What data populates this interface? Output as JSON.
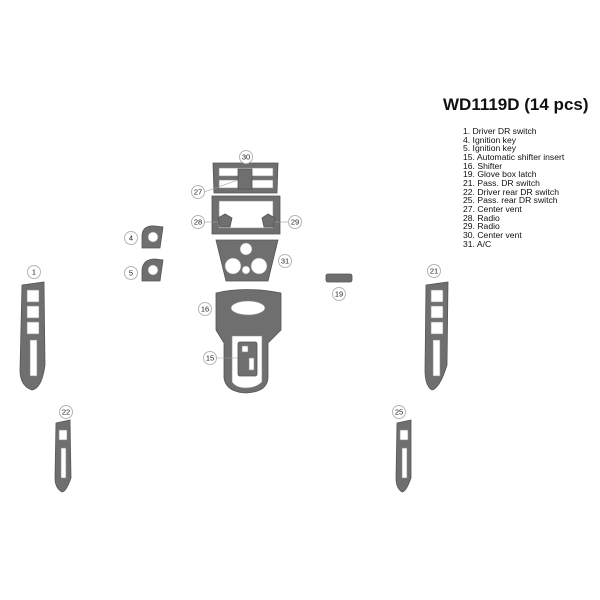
{
  "title": "WD1119D (14 pcs)",
  "legend": [
    "1. Driver DR switch",
    "4. Ignition key",
    "5. Ignition key",
    "15. Automatic shifter insert",
    "16. Shifter",
    "19. Glove box latch",
    "21. Pass. DR switch",
    "22. Driver rear DR switch",
    "25. Pass. rear DR switch",
    "27. Center vent",
    "28. Radio",
    "29. Radio",
    "30. Center vent",
    "31. A/C"
  ],
  "callouts": {
    "c1": "1",
    "c4": "4",
    "c5": "5",
    "c15": "15",
    "c16": "16",
    "c19": "19",
    "c21": "21",
    "c22": "22",
    "c25": "25",
    "c27": "27",
    "c28": "28",
    "c29": "29",
    "c30": "30",
    "c31": "31"
  },
  "colors": {
    "part_fill": "#6f6f6f",
    "callout_stroke": "#b5b5b5"
  }
}
